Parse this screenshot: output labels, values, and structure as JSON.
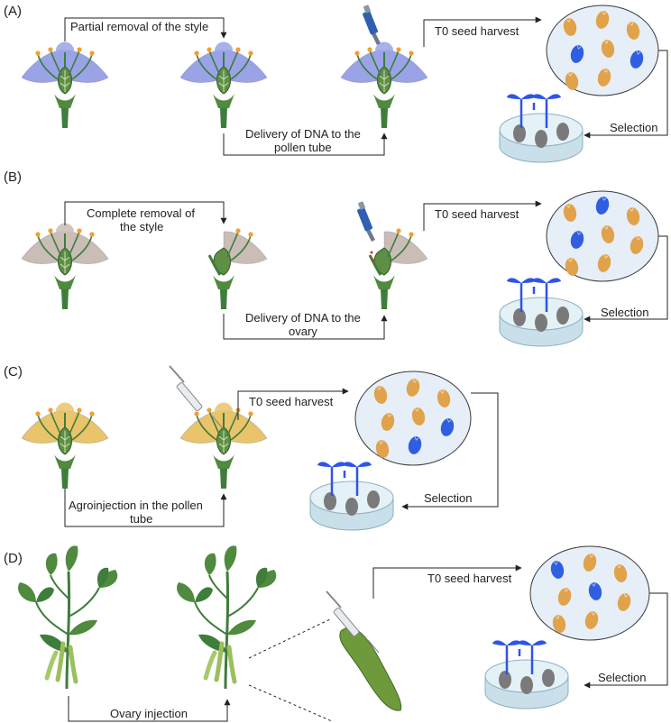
{
  "panels": {
    "a": {
      "label": "(A)",
      "step1": "Partial removal of the style",
      "step2_line1": "Delivery of DNA to the",
      "step2_line2": "pollen tube",
      "harvest": "T0 seed harvest",
      "selection": "Selection",
      "seed_colors": [
        "orange",
        "orange",
        "orange",
        "blue",
        "orange",
        "blue",
        "orange",
        "orange"
      ]
    },
    "b": {
      "label": "(B)",
      "step1_line1": "Complete removal of",
      "step1_line2": "the style",
      "step2_line1": "Delivery of DNA to the",
      "step2_line2": "ovary",
      "harvest": "T0 seed harvest",
      "selection": "Selection",
      "seed_colors": [
        "orange",
        "blue",
        "orange",
        "blue",
        "orange",
        "orange",
        "orange",
        "orange"
      ]
    },
    "c": {
      "label": "(C)",
      "step1_line1": "Agroinjection in the pollen",
      "step1_line2": "tube",
      "harvest": "T0 seed harvest",
      "selection": "Selection",
      "seed_colors": [
        "orange",
        "orange",
        "orange",
        "orange",
        "orange",
        "blue",
        "orange",
        "blue"
      ]
    },
    "d": {
      "label": "(D)",
      "step1": "Ovary injection",
      "harvest": "T0 seed harvest",
      "selection": "Selection",
      "seed_colors": [
        "blue",
        "orange",
        "orange",
        "orange",
        "blue",
        "orange",
        "orange",
        "orange"
      ]
    }
  },
  "colors": {
    "flower_purple": "#9aa3e6",
    "flower_gray": "#c9bdb6",
    "flower_yellow": "#e9c46a",
    "stem_green": "#3f7d3c",
    "seed_orange": "#e0a24a",
    "seed_blue": "#2f5fe0",
    "seedling_blue": "#2d55e8",
    "dish_fill": "#dcecf3",
    "bubble_fill": "#e6eef8"
  }
}
